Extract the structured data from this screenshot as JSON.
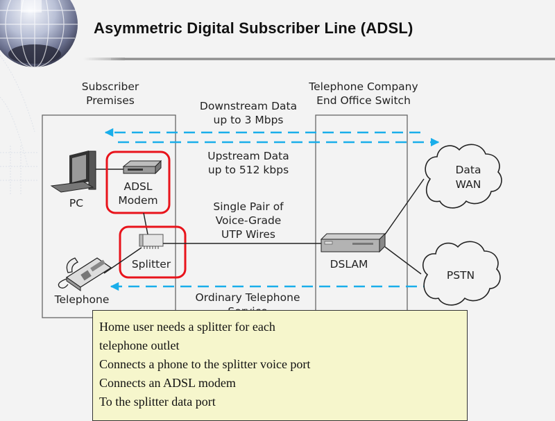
{
  "slide": {
    "title": "Asymmetric Digital Subscriber Line (ADSL)",
    "decoration": "globe-icon"
  },
  "diagram": {
    "zones": {
      "subscriber": [
        "Subscriber",
        "Premises"
      ],
      "telco": [
        "Telephone Company",
        "End Office Switch"
      ]
    },
    "flows": {
      "downstream": [
        "Downstream Data",
        "up to 3 Mbps"
      ],
      "upstream": [
        "Upstream Data",
        "up to 512 kbps"
      ],
      "wires": [
        "Single Pair of",
        "Voice-Grade",
        "UTP Wires"
      ],
      "pots": [
        "Ordinary Telephone",
        "Service"
      ]
    },
    "devices": {
      "pc": "PC",
      "modem": [
        "ADSL",
        "Modem"
      ],
      "splitter": "Splitter",
      "telephone": "Telephone",
      "dslam": "DSLAM"
    },
    "clouds": {
      "wan": [
        "Data",
        "WAN"
      ],
      "pstn": "PSTN"
    },
    "colors": {
      "flow_arrow": "#1aaeea",
      "highlight": "#e8131b",
      "line": "#222222",
      "box": "#666666"
    }
  },
  "note": {
    "lines": [
      "Home user needs a splitter for each",
      "telephone outlet",
      "Connects a phone to the splitter voice port",
      "Connects an ADSL modem",
      "To the splitter data port"
    ]
  }
}
